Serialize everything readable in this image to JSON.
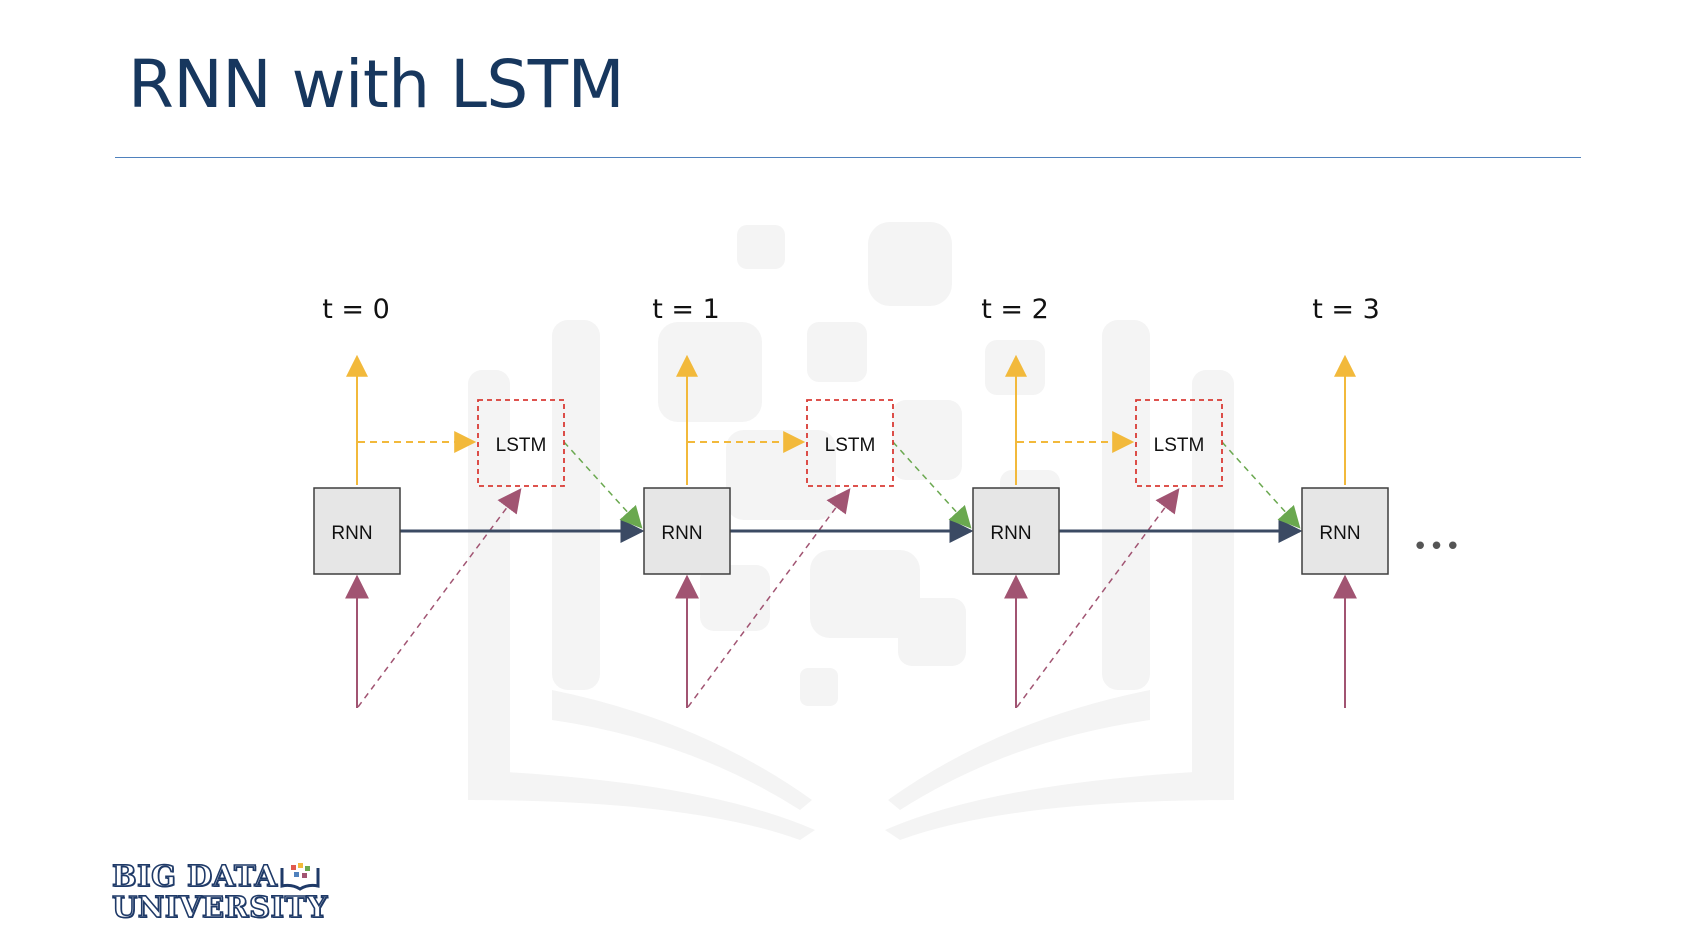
{
  "slide": {
    "title": "RNN with LSTM"
  },
  "diagram": {
    "steps": [
      {
        "time_label": "t = 0",
        "rnn_label": "RNN",
        "lstm_label": "LSTM"
      },
      {
        "time_label": "t = 1",
        "rnn_label": "RNN",
        "lstm_label": "LSTM"
      },
      {
        "time_label": "t = 2",
        "rnn_label": "RNN",
        "lstm_label": "LSTM"
      },
      {
        "time_label": "t = 3",
        "rnn_label": "RNN"
      }
    ],
    "ellipsis": "•••",
    "colors": {
      "output_arrow": "#f2b93b",
      "input_arrow": "#a15472",
      "recurrent_arrow": "#3b4a63",
      "lstm_to_rnn_arrow": "#6aa84f",
      "lstm_box_border": "#d93b35",
      "rnn_box_fill": "#e6e6e6",
      "rnn_box_border": "#3f3f3f"
    }
  },
  "logo": {
    "line1": "BIG DATA",
    "line2": "UNIVERSITY"
  },
  "colors": {
    "title": "#17375e",
    "rule": "#4f81bd",
    "watermark": "#f3f3f3"
  }
}
